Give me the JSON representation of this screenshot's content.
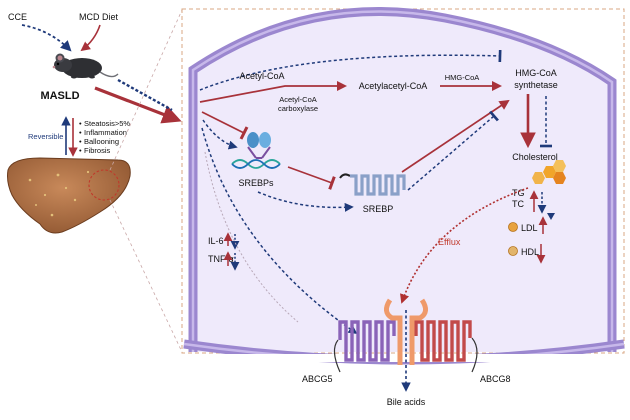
{
  "left": {
    "cce": "CCE",
    "diet": "MCD Diet",
    "masld": "MASLD",
    "reversible": "Reversible",
    "features": [
      "Steatosis>5%",
      "Inflammation",
      "Ballooning",
      "Fibrosis"
    ]
  },
  "pathway": {
    "acetyl_coa": "Acetyl-CoA",
    "acetylacetyl_coa": "Acetylacetyl-CoA",
    "acc_line1": "Acetyl-CoA",
    "acc_line2": "carboxylase",
    "hmg_coa": "HMG-CoA",
    "hmg_synth_line1": "HMG-CoA",
    "hmg_synth_line2": "synthetase",
    "srebps": "SREBPs",
    "srebp": "SREBP",
    "cholesterol": "Cholesterol",
    "tg": "TG",
    "tc": "TC",
    "ldl": "LDL",
    "hdl": "HDL",
    "il6": "IL-6",
    "tnf": "TNF-α",
    "efflux": "Efflux"
  },
  "transporters": {
    "abcg5": "ABCG5",
    "abcg8": "ABCG8",
    "bile_acids": "Bile acids"
  },
  "colors": {
    "up_red": "#a8323a",
    "down_blue": "#1f3a7a",
    "cell_fill": "#efeafb",
    "membrane": "#9b87cf",
    "efflux_red": "#c0392b"
  }
}
